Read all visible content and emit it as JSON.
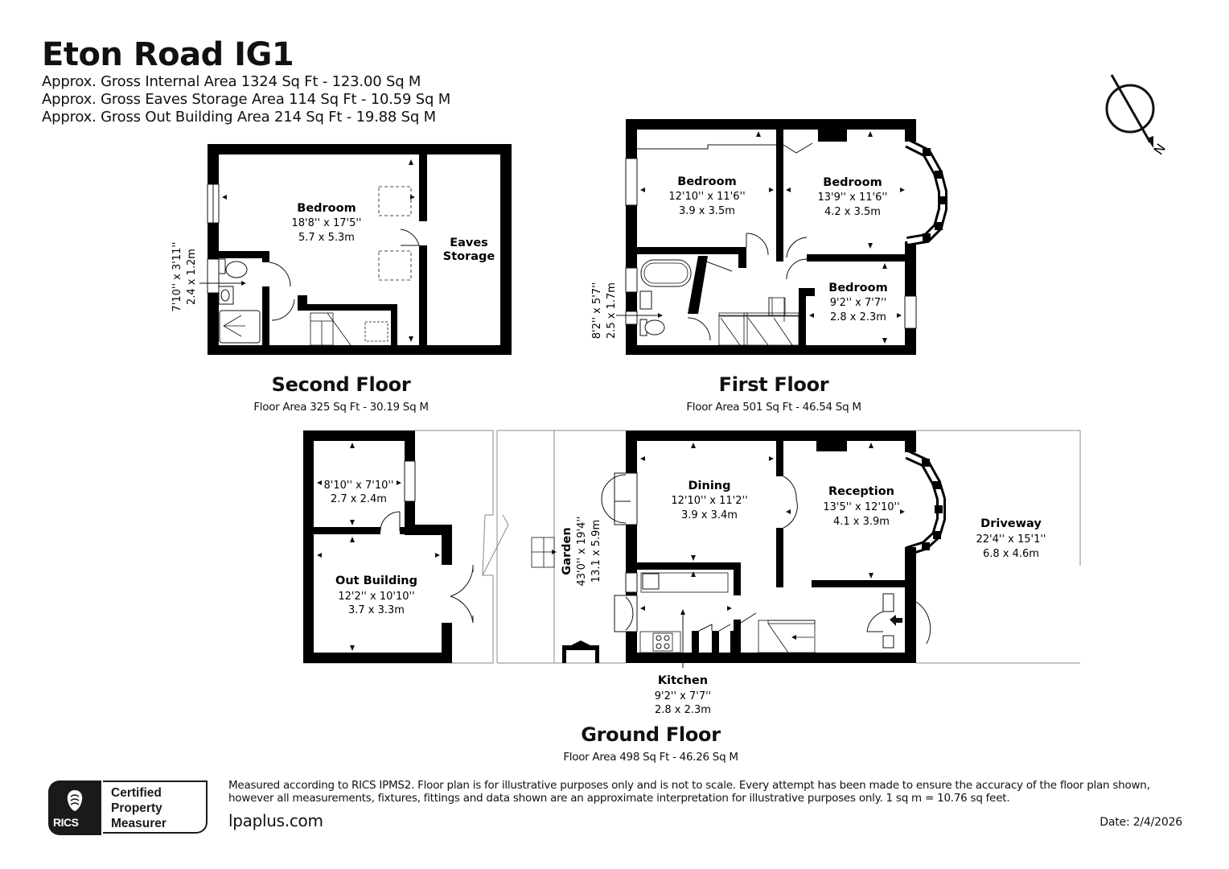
{
  "header": {
    "title": "Eton Road IG1",
    "lines": [
      "Approx. Gross Internal Area 1324 Sq Ft - 123.00 Sq M",
      "Approx. Gross Eaves Storage Area 114 Sq Ft - 10.59 Sq M",
      "Approx. Gross Out Building Area 214 Sq Ft - 19.88 Sq M"
    ]
  },
  "compass": {
    "label": "N",
    "icon": "north-arrow-icon"
  },
  "floors": {
    "second": {
      "title": "Second Floor",
      "area": "Floor Area 325 Sq Ft - 30.19 Sq M",
      "rooms": {
        "bedroom": {
          "name": "Bedroom",
          "imperial": "18'8'' x 17'5''",
          "metric": "5.7 x 5.3m"
        },
        "eaves": {
          "name_line1": "Eaves",
          "name_line2": "Storage"
        },
        "shower": {
          "imperial": "7'10'' x 3'11''",
          "metric": "2.4 x 1.2m"
        }
      }
    },
    "first": {
      "title": "First Floor",
      "area": "Floor Area 501 Sq Ft - 46.54 Sq M",
      "rooms": {
        "bedroom1": {
          "name": "Bedroom",
          "imperial": "12'10'' x 11'6''",
          "metric": "3.9 x 3.5m"
        },
        "bedroom2": {
          "name": "Bedroom",
          "imperial": "13'9'' x 11'6''",
          "metric": "4.2 x 3.5m"
        },
        "bedroom3": {
          "name": "Bedroom",
          "imperial": "9'2'' x 7'7''",
          "metric": "2.8 x 2.3m"
        },
        "bathroom": {
          "imperial": "8'2'' x 5'7''",
          "metric": "2.5 x 1.7m"
        }
      }
    },
    "ground": {
      "title": "Ground Floor",
      "area": "Floor Area 498 Sq Ft - 46.26 Sq M",
      "rooms": {
        "store": {
          "imperial": "8'10'' x 7'10''",
          "metric": "2.7 x 2.4m"
        },
        "outbuilding": {
          "name": "Out Building",
          "imperial": "12'2'' x 10'10''",
          "metric": "3.7 x 3.3m"
        },
        "garden": {
          "name": "Garden",
          "imperial": "43'0'' x 19'4''",
          "metric": "13.1 x 5.9m"
        },
        "dining": {
          "name": "Dining",
          "imperial": "12'10'' x 11'2''",
          "metric": "3.9 x 3.4m"
        },
        "reception": {
          "name": "Reception",
          "imperial": "13'5'' x 12'10''",
          "metric": "4.1 x 3.9m"
        },
        "driveway": {
          "name": "Driveway",
          "imperial": "22'4'' x 15'1''",
          "metric": "6.8 x 4.6m"
        },
        "kitchen": {
          "name": "Kitchen",
          "imperial": "9'2'' x 7'7''",
          "metric": "2.8 x 2.3m"
        }
      }
    }
  },
  "footer": {
    "badge_word": "RICS",
    "badge_lines": [
      "Certified",
      "Property",
      "Measurer"
    ],
    "disclaimer_line1": "Measured according to RICS IPMS2. Floor plan is for illustrative purposes only and is not to scale. Every attempt has been made to ensure the accuracy of the floor plan shown,",
    "disclaimer_line2": "however all measurements, fixtures, fittings and data shown are an approximate interpretation for illustrative purposes only. 1 sq m = 10.76 sq feet.",
    "website": "lpaplus.com",
    "date": "Date: 2/4/2026"
  }
}
